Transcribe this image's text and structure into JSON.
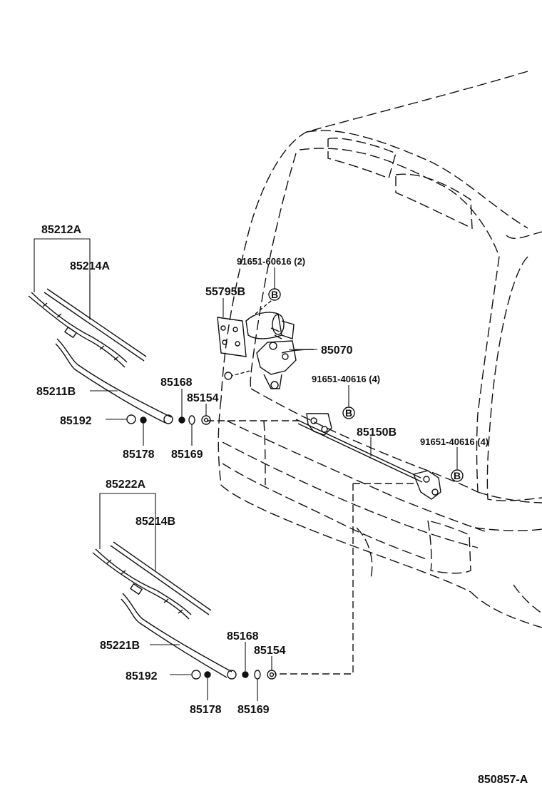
{
  "labels": {
    "p85212A": "85212A",
    "p85214A": "85214A",
    "p85211B": "85211B",
    "p85192_top": "85192",
    "p85178_top": "85178",
    "p85168_top": "85168",
    "p85154_top": "85154",
    "p85169_top": "85169",
    "p91651_60616": "91651-60616 (2)",
    "p55795B": "55795B",
    "p85070": "85070",
    "p91651_40616_a": "91651-40616 (4)",
    "p85150B": "85150B",
    "p91651_40616_b": "91651-40616 (4)",
    "p85222A": "85222A",
    "p85214B": "85214B",
    "p85221B": "85221B",
    "p85168_bot": "85168",
    "p85154_bot": "85154",
    "p85192_bot": "85192",
    "p85169_bot": "85169",
    "p85178_bot": "85178",
    "diagram_code": "850857-A"
  },
  "callout_letter": "B",
  "colors": {
    "ink": "#111111",
    "paper": "#ffffff"
  }
}
